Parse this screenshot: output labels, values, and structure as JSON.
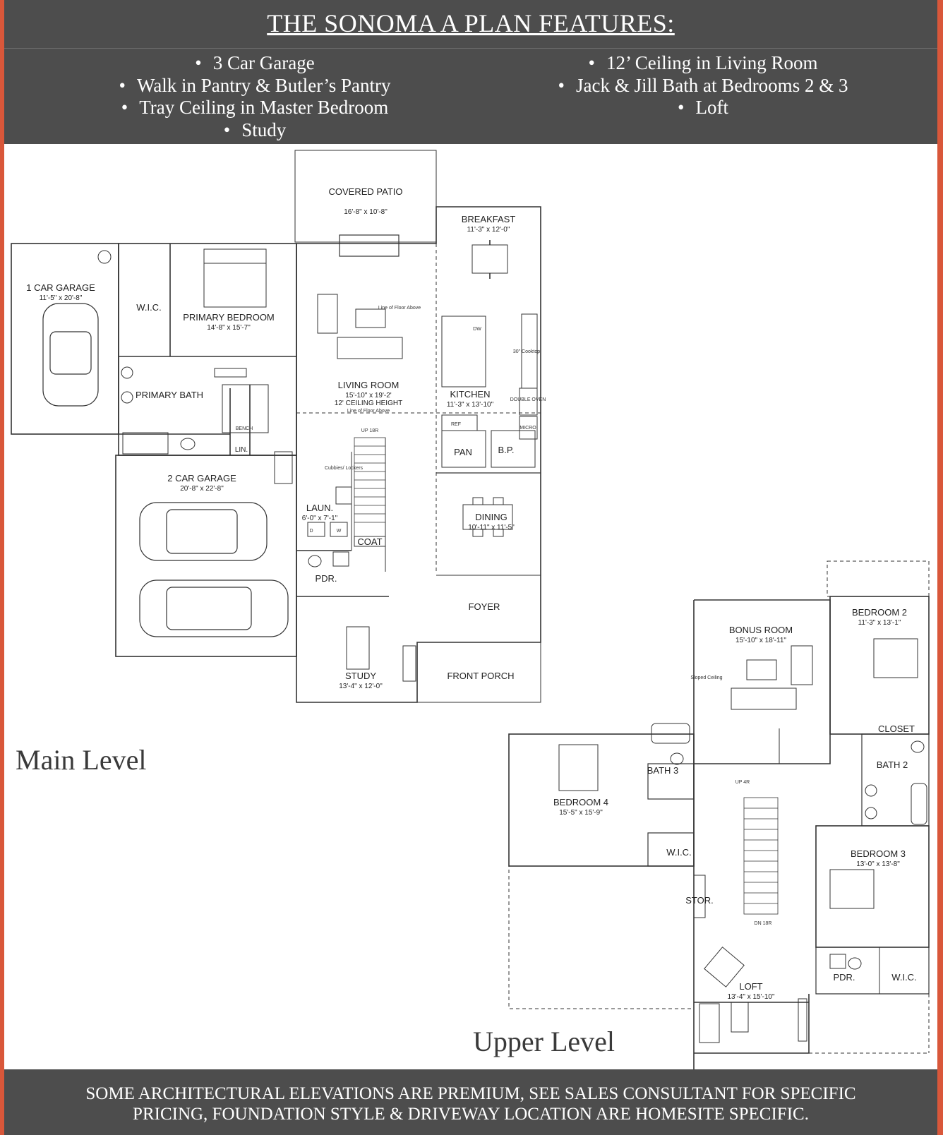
{
  "header": {
    "title": "THE SONOMA A PLAN FEATURES:",
    "features_left": [
      "3 Car Garage",
      "Walk in Pantry & Butler’s Pantry",
      "Tray Ceiling in Master Bedroom",
      "Study"
    ],
    "features_right": [
      "12’ Ceiling in Living Room",
      "Jack & Jill Bath at Bedrooms 2 & 3",
      "Loft"
    ]
  },
  "main_level": {
    "label": "Main Level",
    "rooms": {
      "covered_patio": {
        "name": "COVERED PATIO",
        "dims": "16'-8\" x 10'-8\""
      },
      "breakfast": {
        "name": "BREAKFAST",
        "dims": "11'-3\" x 12'-0\""
      },
      "one_car_garage": {
        "name": "1 CAR GARAGE",
        "dims": "11'-5\" x 20'-8\""
      },
      "wic": {
        "name": "W.I.C."
      },
      "primary_bedroom": {
        "name": "PRIMARY BEDROOM",
        "dims": "14'-8\" x 15'-7\""
      },
      "living_room": {
        "name": "LIVING ROOM",
        "dims": "15'-10\" x 19'-2'",
        "note": "12' CEILING HEIGHT",
        "line_note": "Line of Floor Above"
      },
      "kitchen": {
        "name": "KITCHEN",
        "dims": "11'-3\" x 13'-10\""
      },
      "primary_bath": {
        "name": "PRIMARY BATH"
      },
      "two_car_garage": {
        "name": "2 CAR GARAGE",
        "dims": "20'-8\" x 22'-8\""
      },
      "laundry": {
        "name": "LAUN.",
        "dims": "6'-0\" x 7'-1\""
      },
      "dining": {
        "name": "DINING",
        "dims": "10'-11\" x 11'-5\""
      },
      "powder": {
        "name": "PDR."
      },
      "coat": {
        "name": "COAT"
      },
      "foyer": {
        "name": "FOYER"
      },
      "study": {
        "name": "STUDY",
        "dims": "13'-4\" x 12'-0\""
      },
      "front_porch": {
        "name": "FRONT PORCH"
      }
    },
    "fixtures": {
      "bench": "BENCH",
      "lin": "LIN.",
      "ref": "REF",
      "pan": "PAN",
      "bp": "B.P.",
      "dw": "DW",
      "cooktop": "30\" Cooktop",
      "double_oven": "DOUBLE OVEN",
      "micro": "MICRO",
      "stair": "UP 18R",
      "cubbies": "Cubbies/ Lockers",
      "washer": "W",
      "dryer": "D",
      "floor_above": "Line of Floor Above"
    }
  },
  "upper_level": {
    "label": "Upper Level",
    "rooms": {
      "bedroom2": {
        "name": "BEDROOM 2",
        "dims": "11'-3\" x 13'-1\""
      },
      "bonus_room": {
        "name": "BONUS ROOM",
        "dims": "15'-10\" x 18'-11\""
      },
      "closet": {
        "name": "CLOSET"
      },
      "bath2": {
        "name": "BATH 2"
      },
      "bath3": {
        "name": "BATH 3"
      },
      "bedroom4": {
        "name": "BEDROOM 4",
        "dims": "15'-5\" x 15'-9\""
      },
      "wic_upper": {
        "name": "W.I.C."
      },
      "bedroom3": {
        "name": "BEDROOM 3",
        "dims": "13'-0\" x 13'-8\""
      },
      "stor": {
        "name": "STOR."
      },
      "loft": {
        "name": "LOFT",
        "dims": "13'-4\" x 15'-10\""
      },
      "pdr_upper": {
        "name": "PDR."
      },
      "wic_upper2": {
        "name": "W.I.C."
      }
    },
    "fixtures": {
      "stair_up": "UP 4R",
      "stair_dn": "DN 18R",
      "sloped": "Sloped Ceiling"
    }
  },
  "footer": {
    "disclaimer_line1": "SOME ARCHITECTURAL ELEVATIONS ARE PREMIUM, SEE SALES CONSULTANT FOR  SPECIFIC",
    "disclaimer_line2": "PRICING, FOUNDATION STYLE & DRIVEWAY LOCATION ARE HOMESITE SPECIFIC."
  },
  "colors": {
    "border": "#d9573a",
    "banner": "#4d4d4d",
    "line": "#333333"
  }
}
